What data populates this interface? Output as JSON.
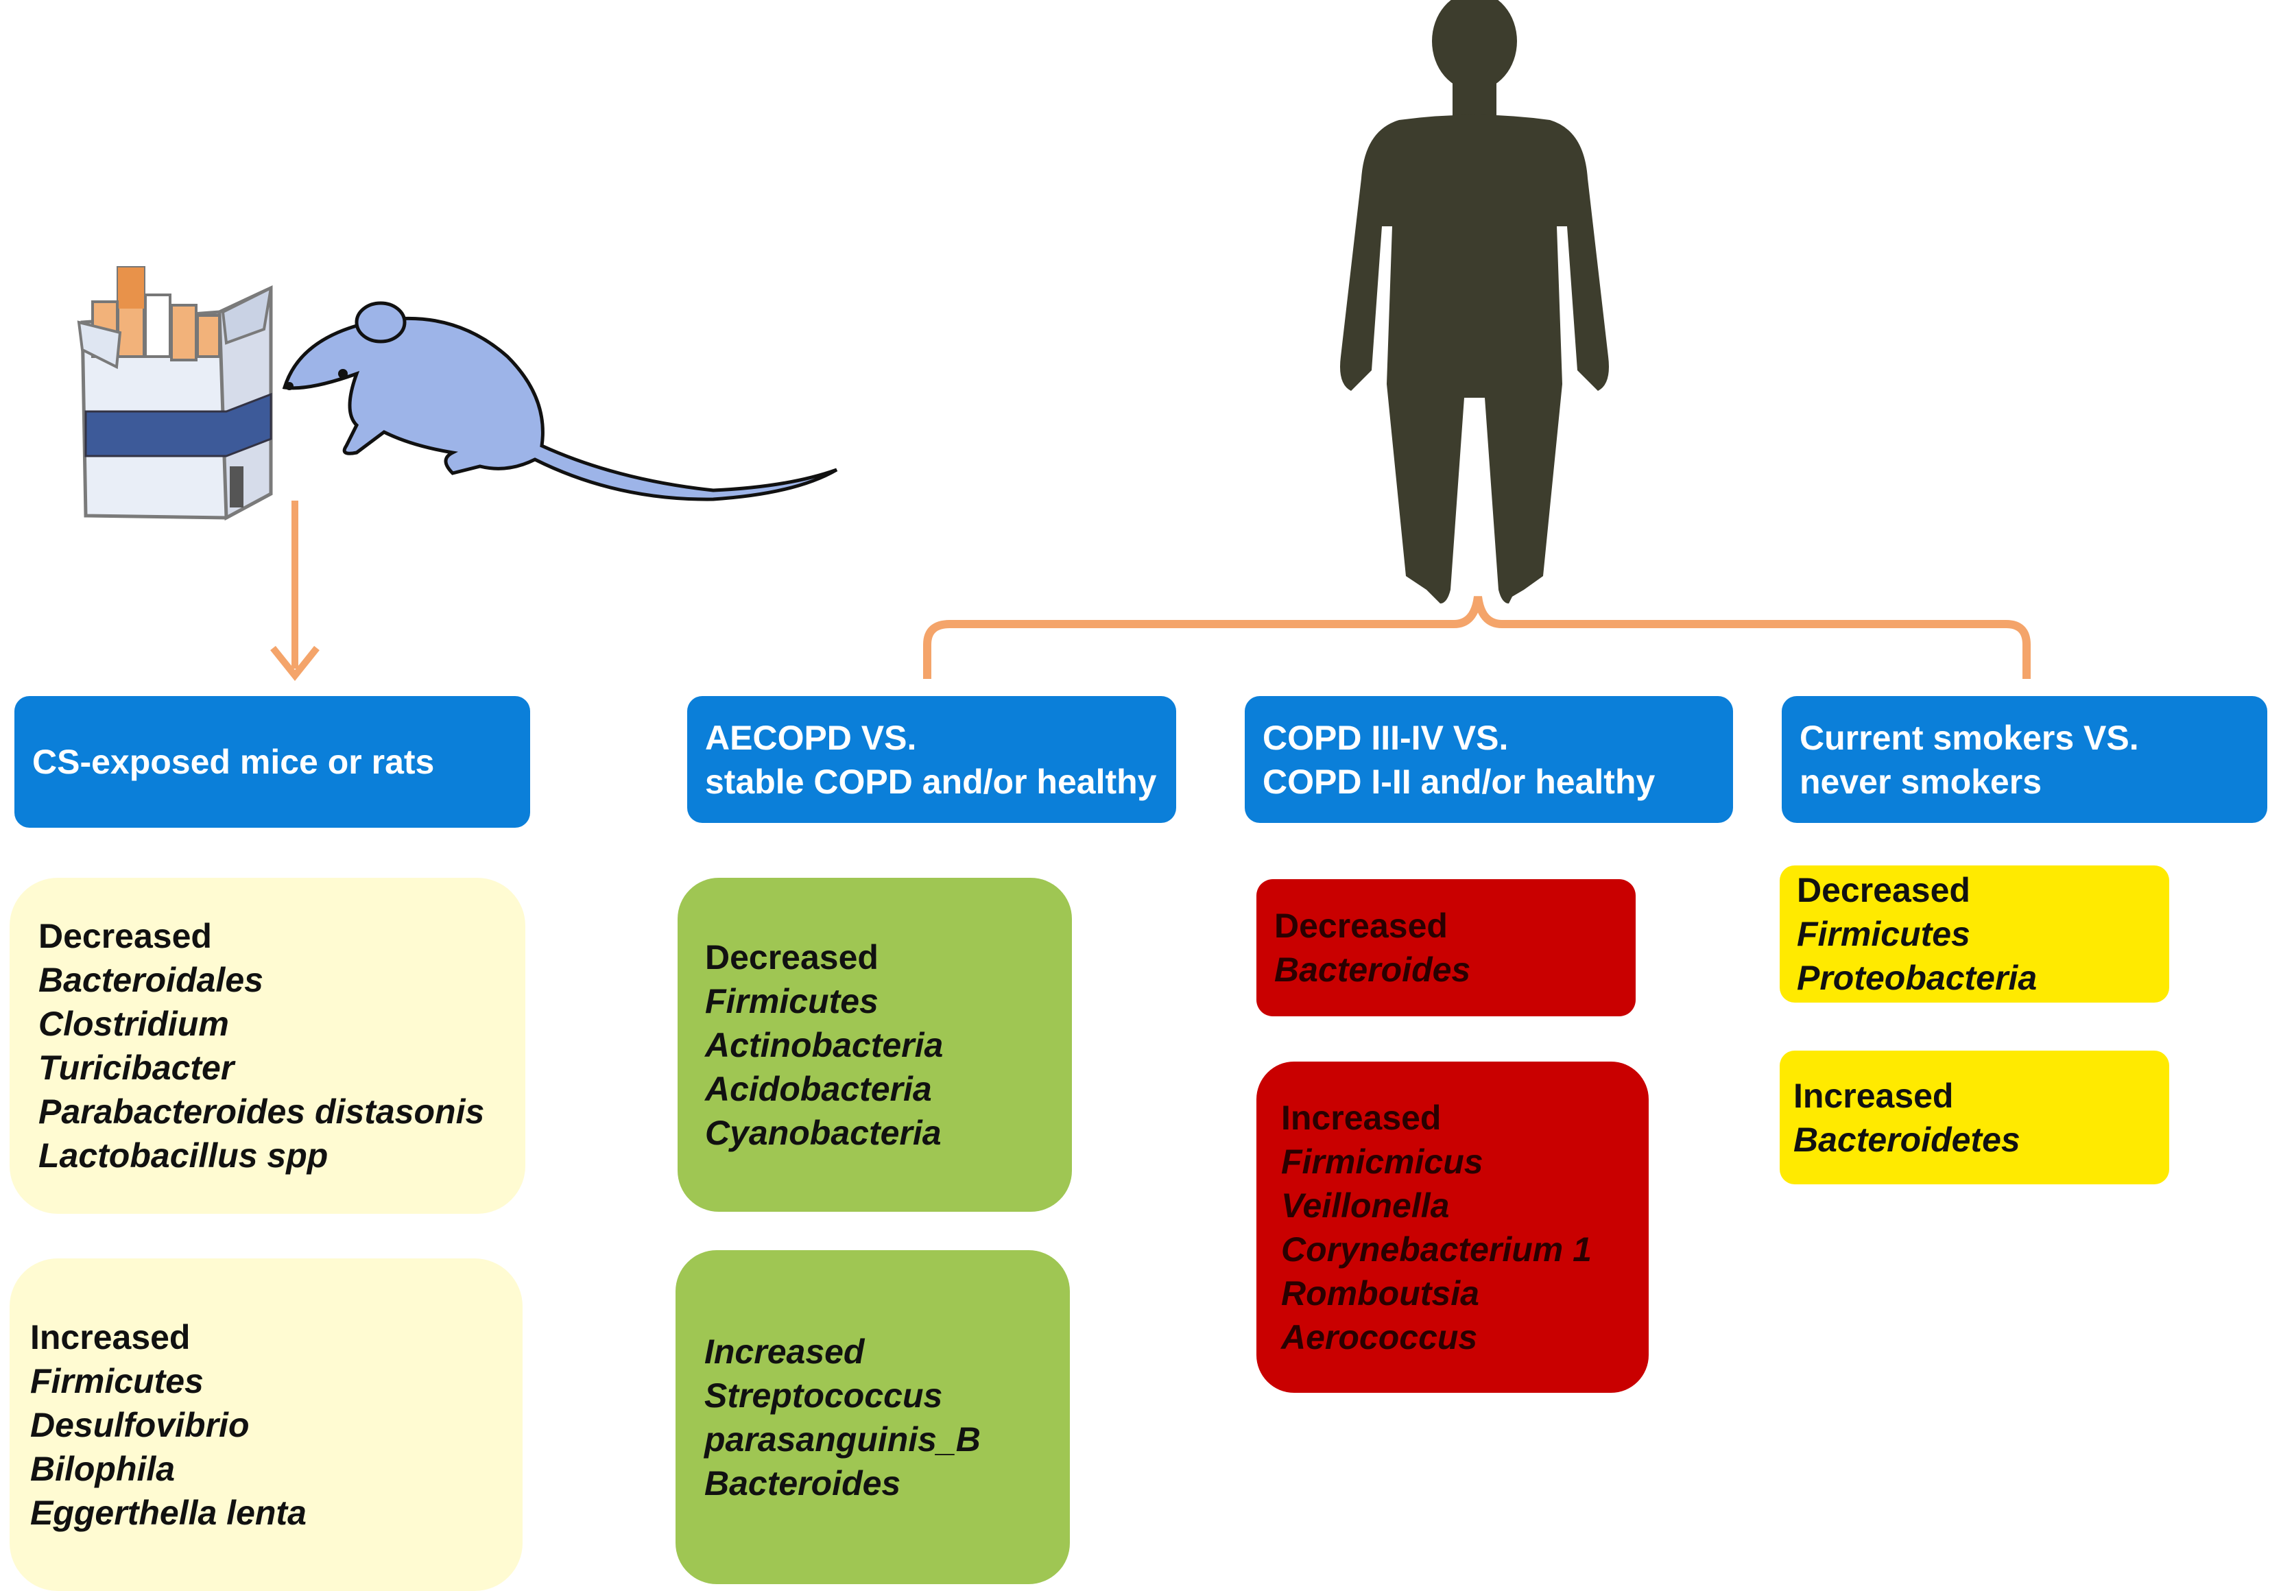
{
  "colors": {
    "header_blue": "#0b7fd9",
    "arrow_orange": "#f4a46a",
    "mice_box": "#fffbd2",
    "aecopd_box": "#9fc653",
    "copd_box": "#c90000",
    "smokers_box": "#ffea00",
    "human_silhouette": "#3d3d2d",
    "mouse_body": "#9db4e8"
  },
  "icons": [
    "cigarette-pack-icon",
    "mouse-icon",
    "human-silhouette-icon"
  ],
  "columns": [
    {
      "header": [
        "CS-exposed mice or rats"
      ],
      "decreased": {
        "title": "Decreased",
        "taxa": [
          "Bacteroidales",
          "Clostridium",
          "Turicibacter",
          "Parabacteroides distasonis",
          "Lactobacillus spp"
        ]
      },
      "increased": {
        "title": "Increased",
        "taxa": [
          "Firmicutes",
          "Desulfovibrio",
          "Bilophila",
          "Eggerthella lenta"
        ]
      }
    },
    {
      "header": [
        "AECOPD VS.",
        "stable COPD and/or healthy"
      ],
      "decreased": {
        "title": "Decreased",
        "taxa": [
          "Firmicutes",
          "Actinobacteria",
          "Acidobacteria",
          "Cyanobacteria"
        ]
      },
      "increased": {
        "title": "Increased",
        "taxa": [
          "Streptococcus",
          "parasanguinis_B",
          "Bacteroides"
        ]
      }
    },
    {
      "header": [
        "COPD III-IV VS.",
        "COPD I-II and/or healthy"
      ],
      "decreased": {
        "title": "Decreased",
        "taxa": [
          "Bacteroides"
        ]
      },
      "increased": {
        "title": "Increased",
        "taxa": [
          "Firmicmicus",
          "Veillonella",
          "Corynebacterium 1",
          "Romboutsia",
          "Aerococcus"
        ]
      }
    },
    {
      "header": [
        "Current smokers VS.",
        "never smokers"
      ],
      "decreased": {
        "title": "Decreased",
        "taxa": [
          "Firmicutes",
          "Proteobacteria"
        ]
      },
      "increased": {
        "title": "Increased",
        "taxa": [
          "Bacteroidetes"
        ]
      }
    }
  ]
}
